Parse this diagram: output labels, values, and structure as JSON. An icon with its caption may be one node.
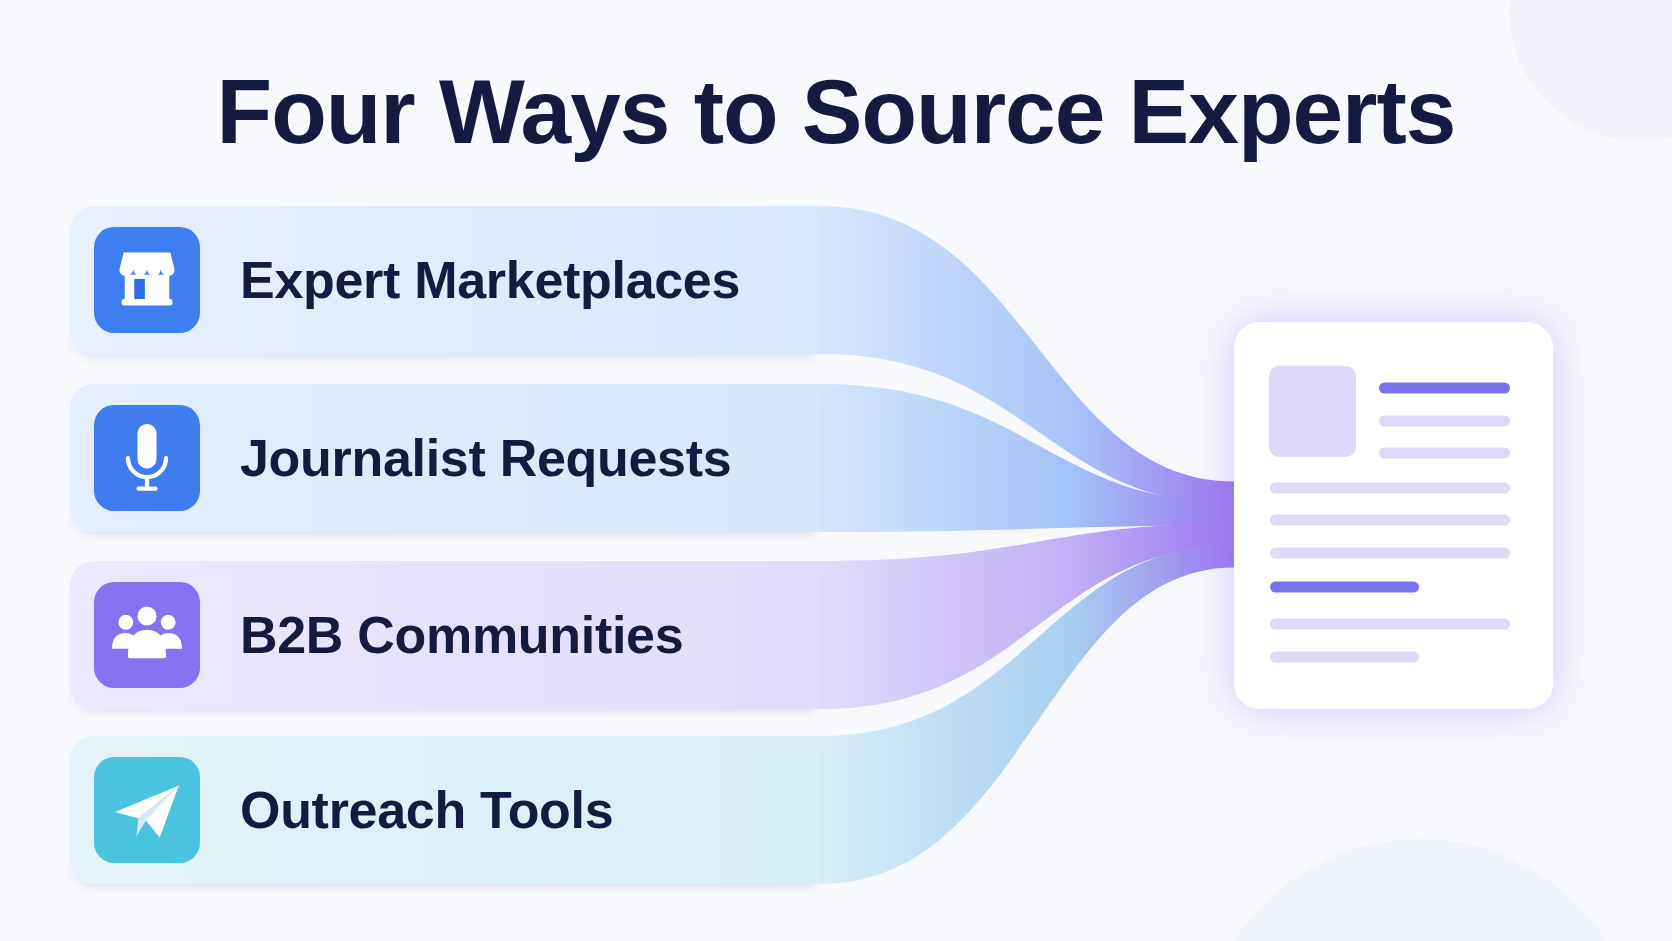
{
  "diagram": {
    "title": "Four Ways to Source Experts",
    "nodes": [
      {
        "text": [
          "Expert Marketplaces"
        ]
      },
      {
        "text": [
          "Journalist Requests"
        ]
      },
      {
        "text": [
          "B2B Communities"
        ]
      },
      {
        "text": [
          "Outreach Tools"
        ]
      },
      {
        "text": [],
        "shape": "picture"
      }
    ],
    "edges": [
      {
        "from": 0,
        "to": 4,
        "arrow": "none"
      },
      {
        "from": 1,
        "to": 4,
        "arrow": "none"
      },
      {
        "from": 2,
        "to": 4,
        "arrow": "none"
      },
      {
        "from": 3,
        "to": 4,
        "arrow": "none"
      }
    ]
  }
}
